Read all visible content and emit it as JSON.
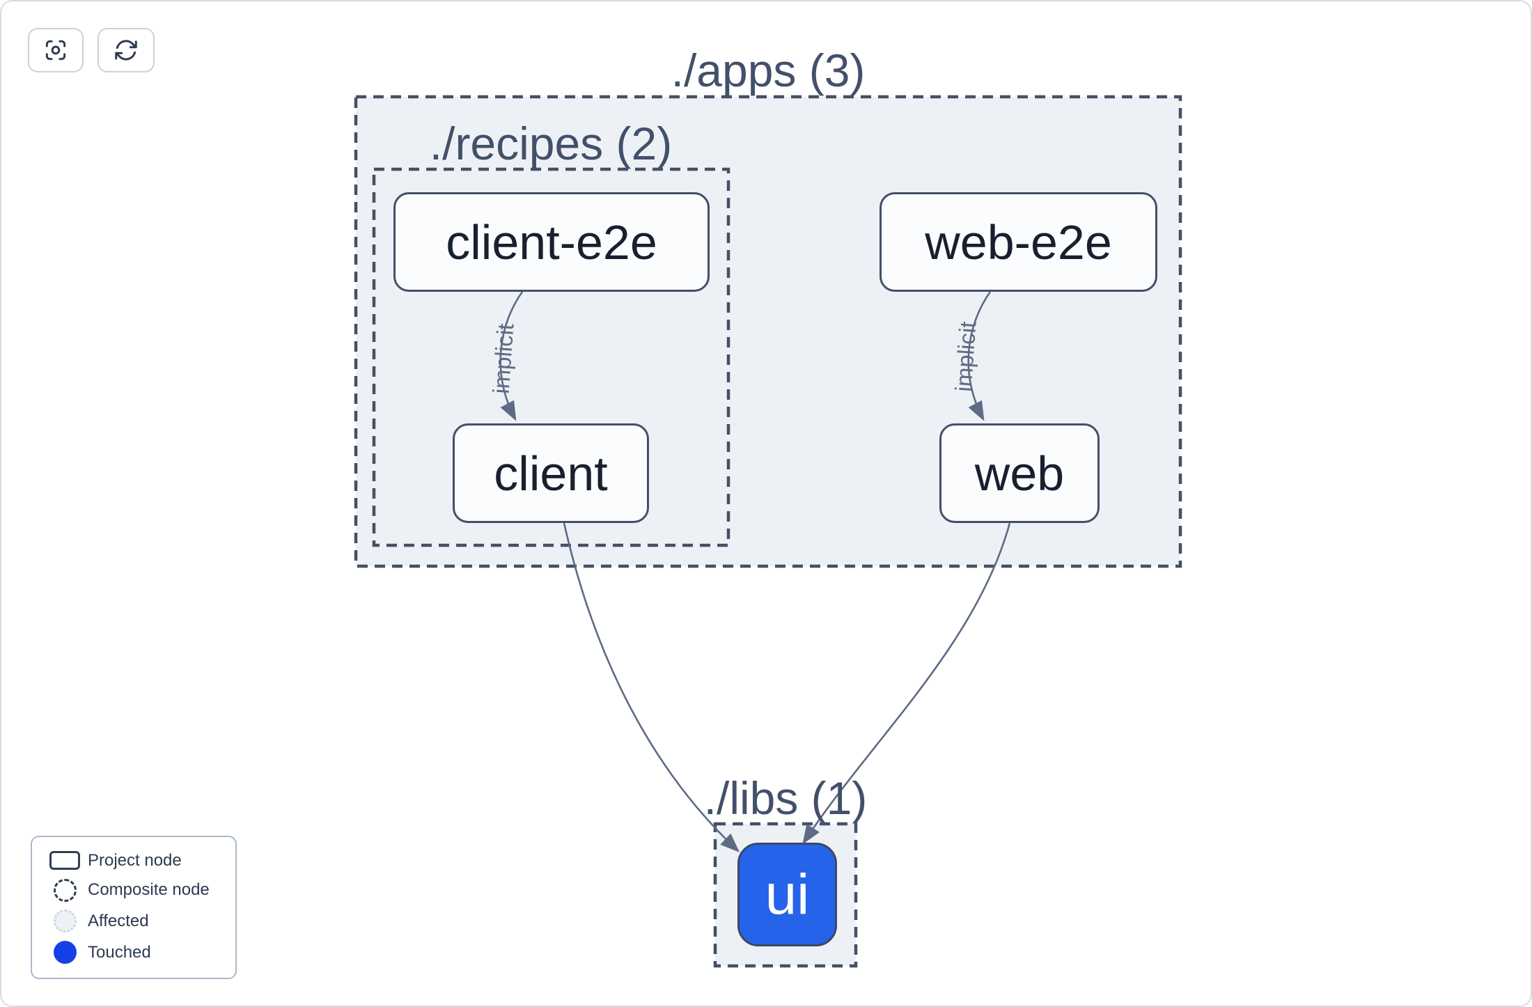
{
  "toolbar": {
    "buttons": [
      {
        "name": "focus",
        "icon": "focus-icon"
      },
      {
        "name": "refresh",
        "icon": "refresh-icon"
      }
    ]
  },
  "groups": {
    "apps": {
      "label": "./apps (3)"
    },
    "recipes": {
      "label": "./recipes (2)"
    },
    "libs": {
      "label": "./libs (1)"
    }
  },
  "nodes": {
    "client_e2e": {
      "label": "client-e2e",
      "state": "normal"
    },
    "web_e2e": {
      "label": "web-e2e",
      "state": "normal"
    },
    "client": {
      "label": "client",
      "state": "normal"
    },
    "web": {
      "label": "web",
      "state": "normal"
    },
    "ui": {
      "label": "ui",
      "state": "touched"
    }
  },
  "edges": {
    "client_e2e_to_client": {
      "label": "implicit"
    },
    "web_e2e_to_web": {
      "label": "implicit"
    },
    "client_to_ui": {
      "label": ""
    },
    "web_to_ui": {
      "label": ""
    }
  },
  "legend": {
    "items": [
      {
        "label": "Project node"
      },
      {
        "label": "Composite node"
      },
      {
        "label": "Affected"
      },
      {
        "label": "Touched"
      }
    ]
  },
  "colors": {
    "touched_swatch": "#1540e5",
    "touched_node_fill": "#2563eb",
    "container_fill": "#edf1f5",
    "dashed_border": "#445066",
    "edge_stroke": "#5d6b84"
  }
}
